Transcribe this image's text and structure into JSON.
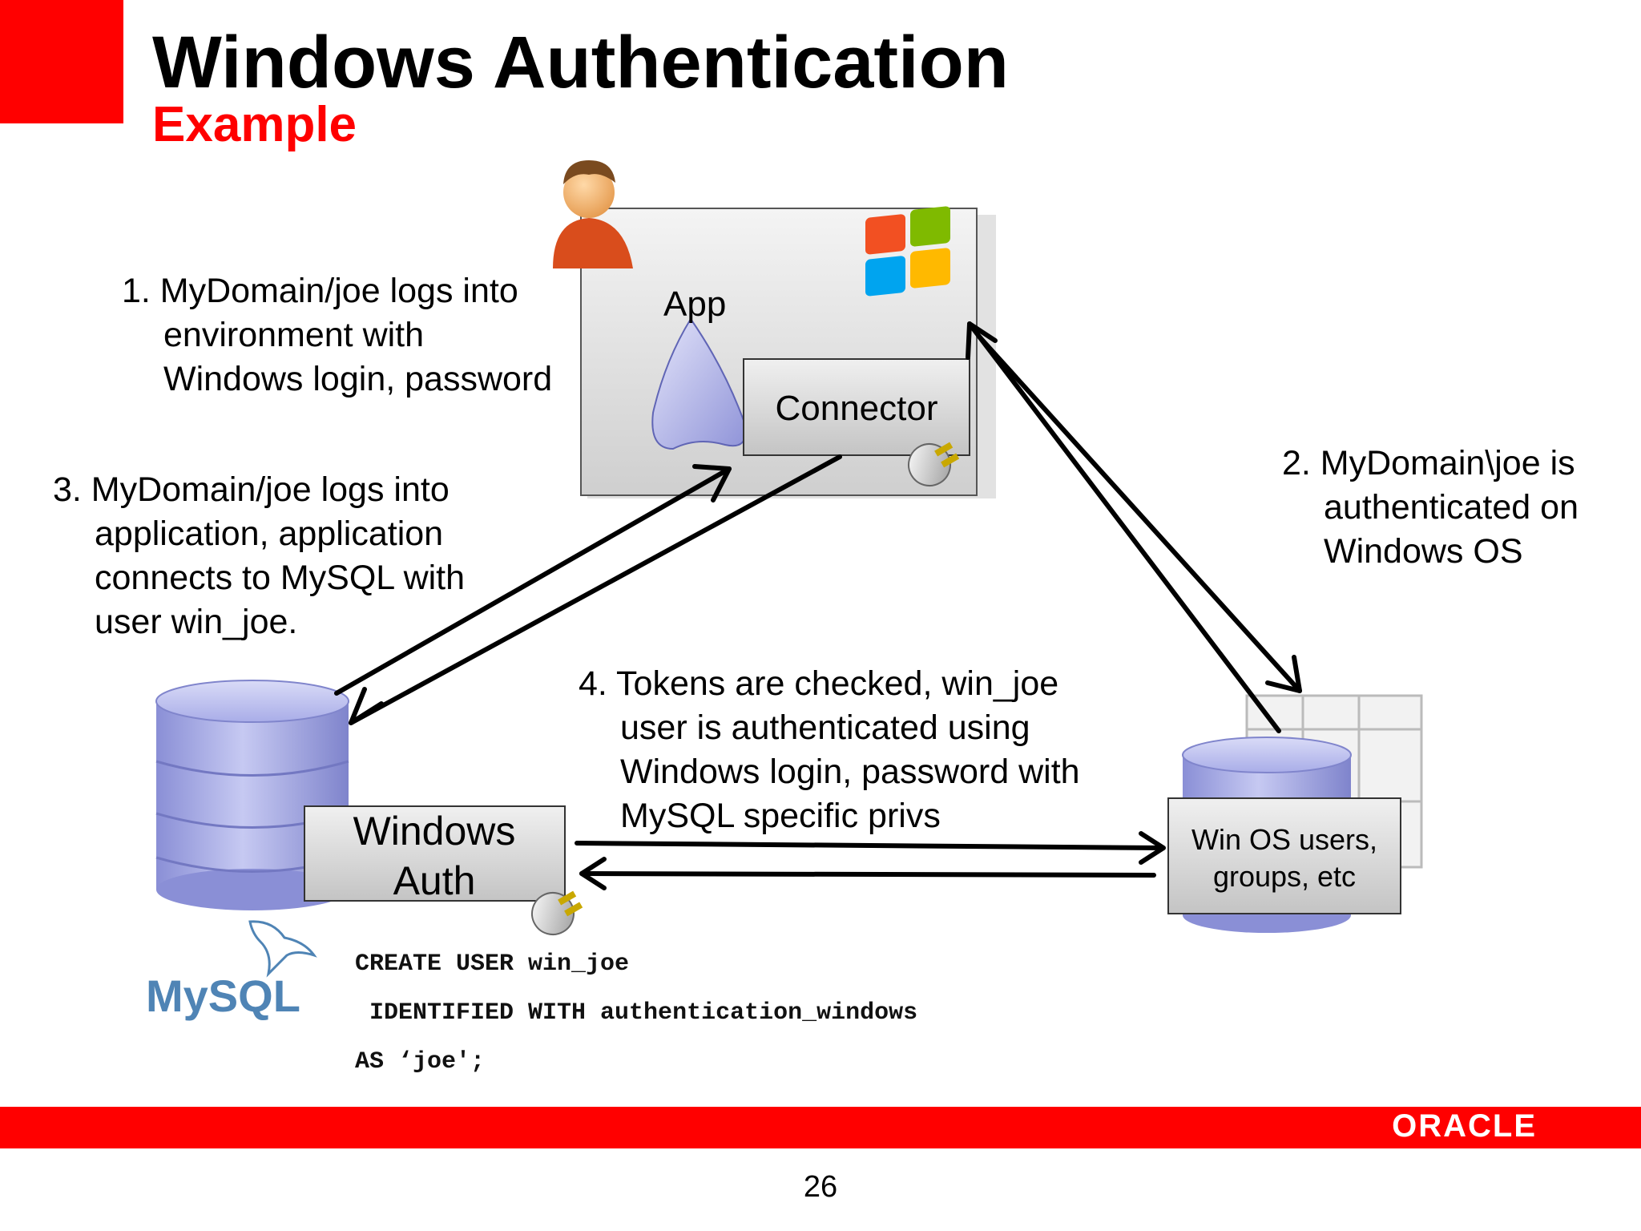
{
  "slide": {
    "title": "Windows Authentication",
    "subtitle": "Example",
    "page_number": "26"
  },
  "steps": {
    "step1": [
      "1. MyDomain/joe logs into",
      "environment with",
      "Windows login, password"
    ],
    "step2": [
      "2. MyDomain\\joe is",
      "authenticated on",
      "Windows OS"
    ],
    "step3": [
      "3. MyDomain/joe logs into",
      "application, application",
      "connects to MySQL with",
      "user win_joe."
    ],
    "step4": [
      "4. Tokens are checked, win_joe",
      "user is authenticated using",
      "Windows login, password with",
      "MySQL specific privs"
    ]
  },
  "diagram": {
    "app_label": "App",
    "connector_label": "Connector",
    "windows_auth_label": [
      "Windows",
      "Auth"
    ],
    "win_os_label": [
      "Win OS users,",
      "groups, etc"
    ]
  },
  "code": {
    "lines": [
      "CREATE USER win_joe",
      " IDENTIFIED WITH authentication_windows",
      "AS ‘joe';"
    ]
  },
  "logos": {
    "mysql": "MySQL",
    "oracle": "ORACLE"
  },
  "colors": {
    "accent_red": "#ff0000",
    "db_blue": "#9a9fe0",
    "box_grey": "#d6d6d6"
  }
}
